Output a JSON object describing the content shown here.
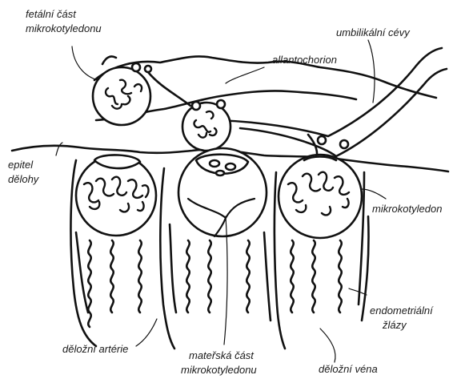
{
  "labels": {
    "fetal_part_line1": "fetální část",
    "fetal_part_line2": "mikrokotyledonu",
    "umbilical_vessels": "umbilikální cévy",
    "allantochorion": "allantochorion",
    "uterine_epithelium_line1": "epitel",
    "uterine_epithelium_line2": "dělohy",
    "microcotyledon": "mikrokotyledon",
    "endometrial_glands_line1": "endometriální",
    "endometrial_glands_line2": "žlázy",
    "uterine_artery": "děložní artérie",
    "maternal_part_line1": "mateřská část",
    "maternal_part_line2": "mikrokotyledonu",
    "uterine_vein": "děložní véna"
  },
  "colors": {
    "line": "#111111",
    "text": "#1a1a1a",
    "background": "#ffffff"
  }
}
